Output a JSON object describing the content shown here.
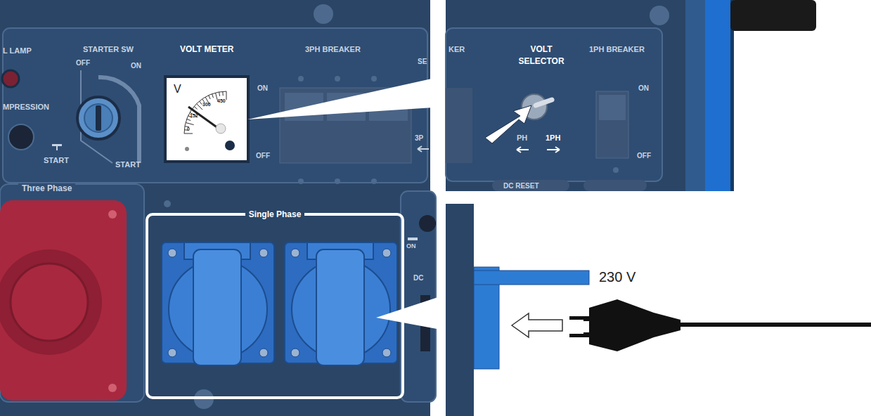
{
  "diagram": {
    "nodes": [
      {
        "text": [
          "Three Phase"
        ]
      },
      {
        "text": [
          "Single Phase"
        ]
      }
    ],
    "labels": [
      "L LAMP",
      "STARTER SW",
      "OFF",
      "ON",
      "MPRESSION",
      "START",
      "START",
      "VOLT METER",
      "V",
      "0",
      "152",
      "300",
      "450",
      "3PH BREAKER",
      "ON",
      "OFF",
      "3P",
      "ON",
      "DC",
      "KER",
      "VOLT SELECTOR",
      "1PH BREAKER",
      "ON",
      "OFF",
      "PH",
      "1PH",
      "DC RESET",
      "230 V",
      "SE"
    ]
  }
}
